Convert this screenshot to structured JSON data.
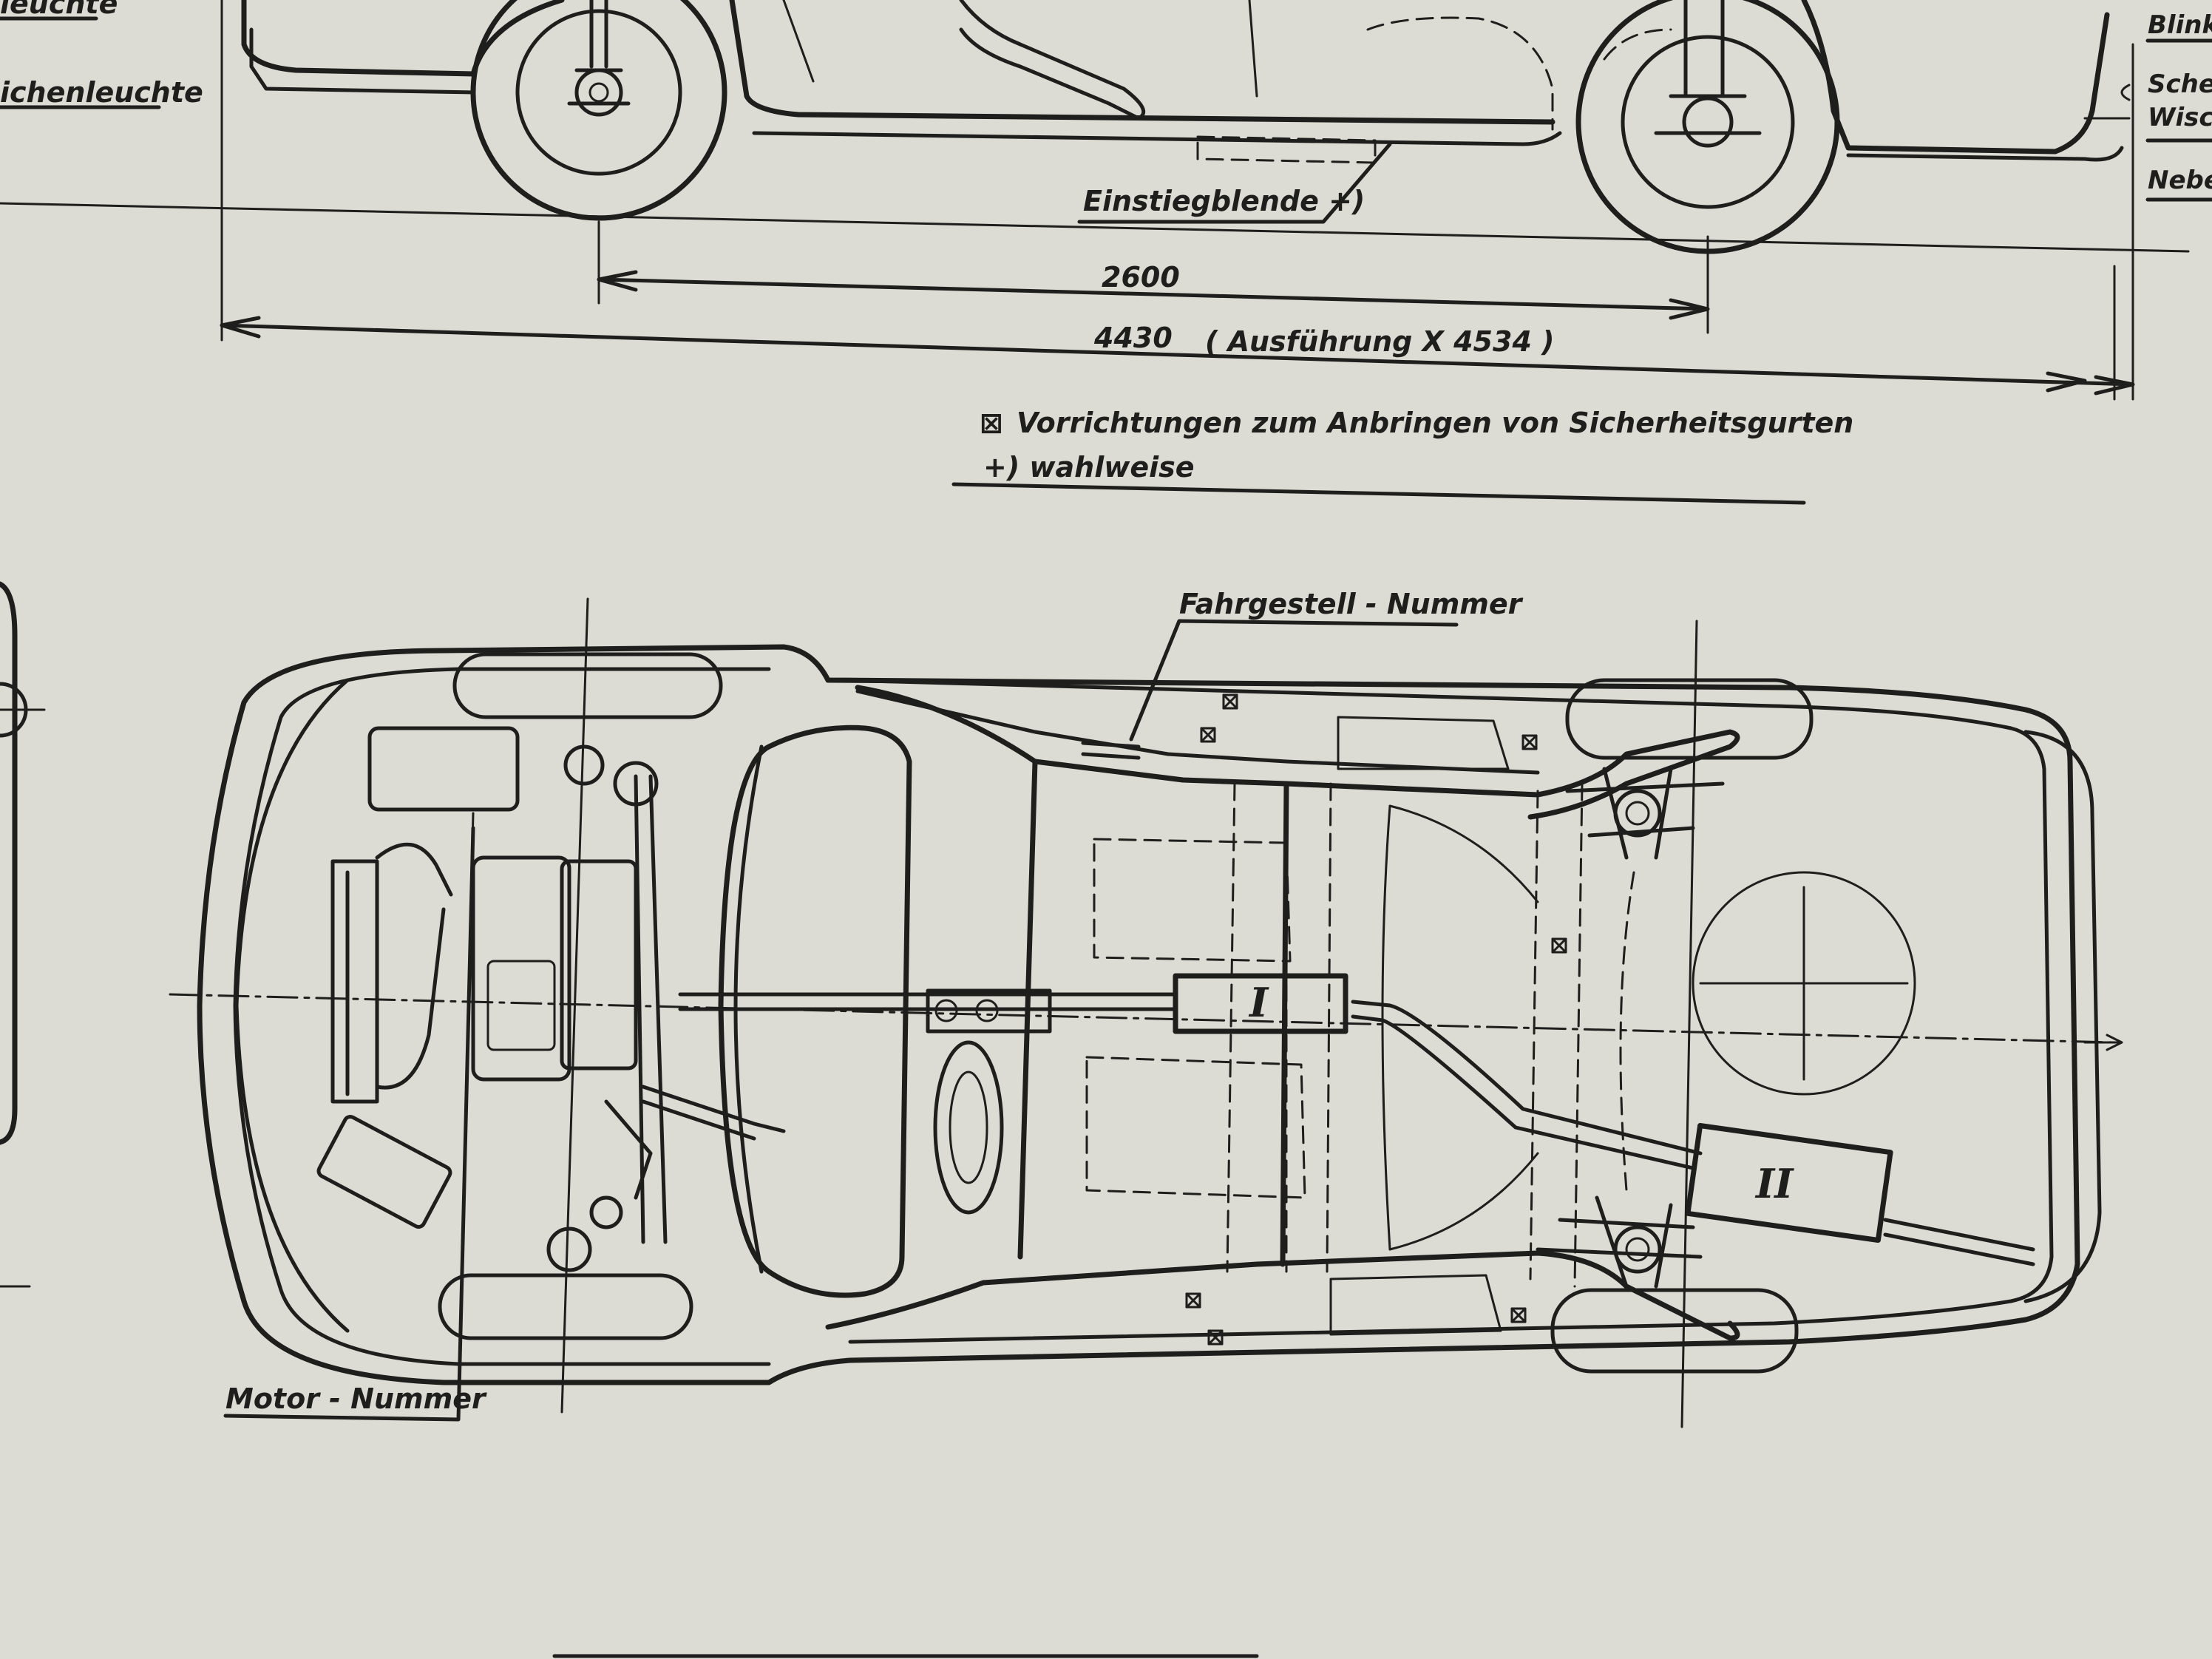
{
  "side_view": {
    "labels": {
      "left_top": "leuchte",
      "left_mid": "ichenleuchte",
      "sill_cover": "Einstiegblende +)",
      "right_1": "Blink",
      "right_2a": "Schei",
      "right_2b": "Wisch",
      "right_3": "Nebel"
    },
    "dimensions": {
      "wheelbase": "2600",
      "overall_length": "4430",
      "variant_note": "( Ausführung X 4534 )"
    }
  },
  "legend": {
    "belt_symbol": "⊠",
    "belt_note": "Vorrichtungen zum Anbringen von Sicherheitsgurten",
    "optional_note": "+) wahlweise"
  },
  "top_view": {
    "labels": {
      "chassis_number": "Fahrgestell - Nummer",
      "engine_number": "Motor - Nummer",
      "muffler_1": "I",
      "muffler_2": "II"
    }
  },
  "colors": {
    "paper": "#dcdbd4",
    "ink": "#1e1e1c"
  }
}
